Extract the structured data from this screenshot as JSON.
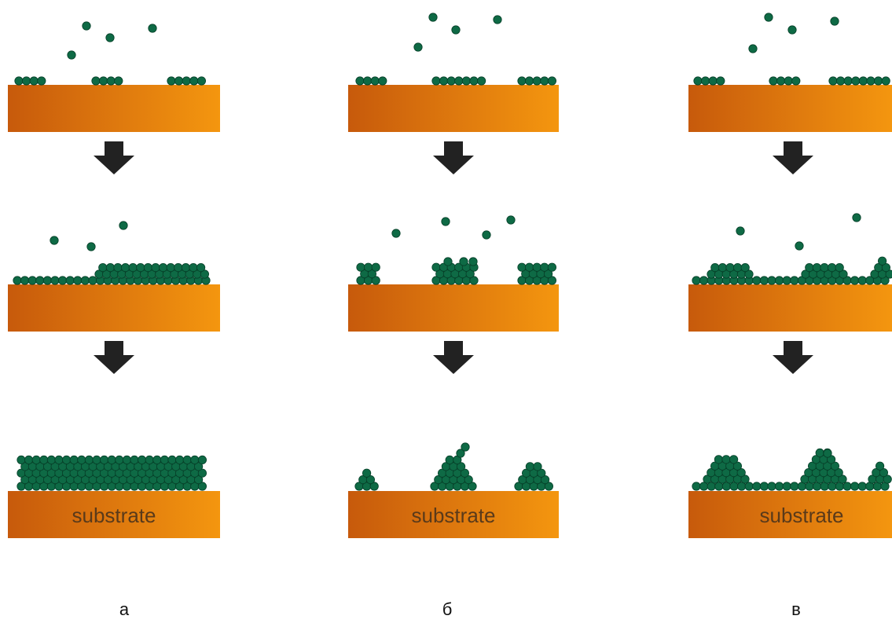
{
  "colors": {
    "substrate_dark": "#c75a0c",
    "substrate_light": "#f4960f",
    "atom_fill": "#0e6a45",
    "atom_stroke": "#063f28",
    "arrow": "#222222",
    "background": "#ffffff"
  },
  "substrate_label": "substrate",
  "columns": [
    {
      "label": "а",
      "mode": "layer-by-layer"
    },
    {
      "label": "б",
      "mode": "island"
    },
    {
      "label": "в",
      "mode": "layer-plus-island"
    }
  ]
}
